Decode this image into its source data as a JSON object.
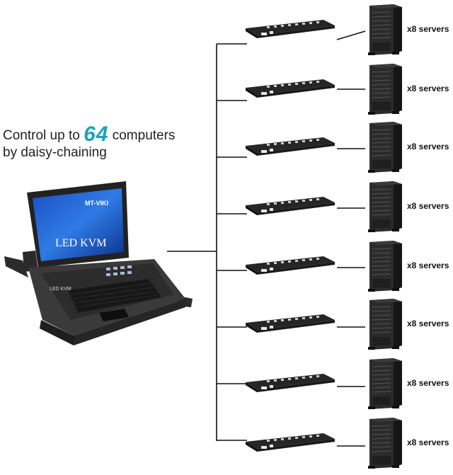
{
  "headline": {
    "line1_prefix": "Control up to",
    "count": "64",
    "line1_suffix": "computers",
    "line2": "by daisy-chaining"
  },
  "console": {
    "brand": "MT-VIKI",
    "screen_title": "LED KVM",
    "tray_label": "LED KVM"
  },
  "rows": [
    {
      "server_label": "x8 servers"
    },
    {
      "server_label": "x8 servers"
    },
    {
      "server_label": "x8 servers"
    },
    {
      "server_label": "x8 servers"
    },
    {
      "server_label": "x8 servers"
    },
    {
      "server_label": "x8 servers"
    },
    {
      "server_label": "x8 servers"
    },
    {
      "server_label": "x8 servers"
    }
  ],
  "colors": {
    "accent": "#1aa3b8",
    "line": "#111111",
    "device": "#1c1c1c",
    "screen": "#1d56c4"
  }
}
